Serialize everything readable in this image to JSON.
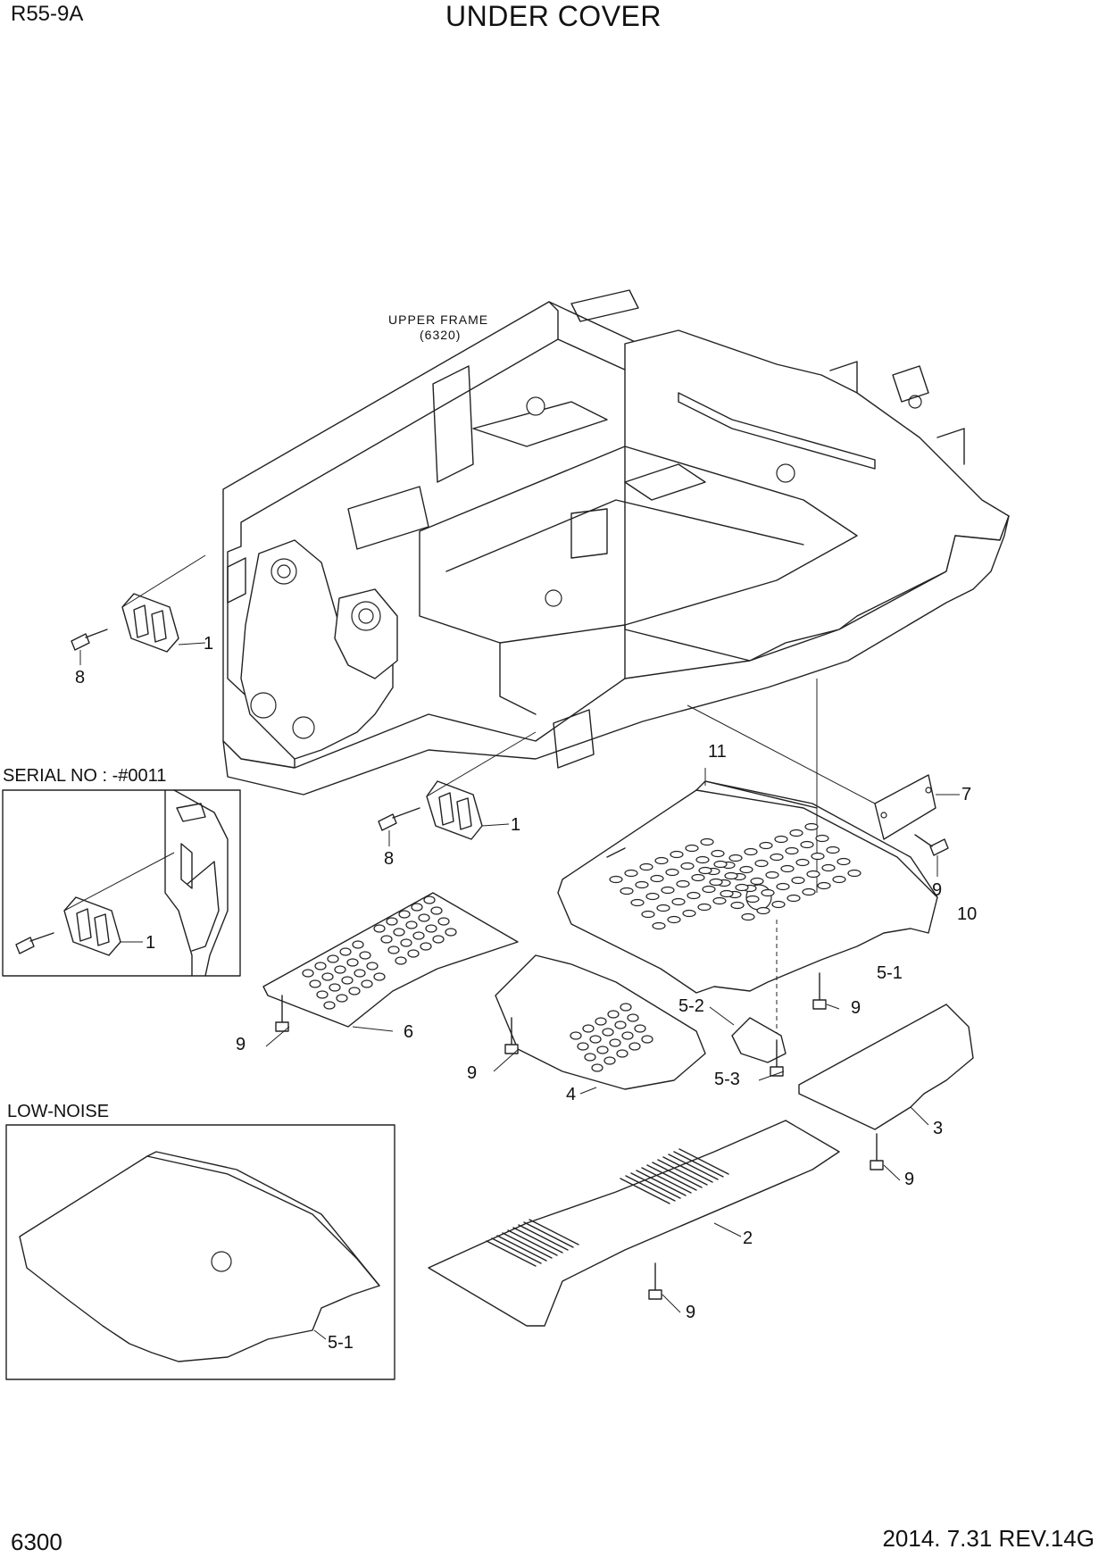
{
  "header": {
    "model": "R55-9A",
    "title": "UNDER COVER"
  },
  "footer": {
    "page_number": "6300",
    "revision": "2014. 7.31  REV.14G"
  },
  "notes": {
    "upper_frame_label": "UPPER FRAME",
    "upper_frame_ref": "(6320)"
  },
  "inset_boxes": {
    "serial": "SERIAL NO : -#0011",
    "low_noise": "LOW-NOISE"
  },
  "callouts": {
    "c1a": "1",
    "c8a": "8",
    "c1b": "1",
    "c8b": "8",
    "c1c": "1",
    "c11": "11",
    "c7": "7",
    "c9a": "9",
    "c10": "10",
    "c51a": "5-1",
    "c6": "6",
    "c9b": "9",
    "c52": "5-2",
    "c9c": "9",
    "c9d": "9",
    "c4": "4",
    "c53": "5-3",
    "c3": "3",
    "c9e": "9",
    "c2": "2",
    "c9f": "9",
    "c51b": "5-1"
  }
}
